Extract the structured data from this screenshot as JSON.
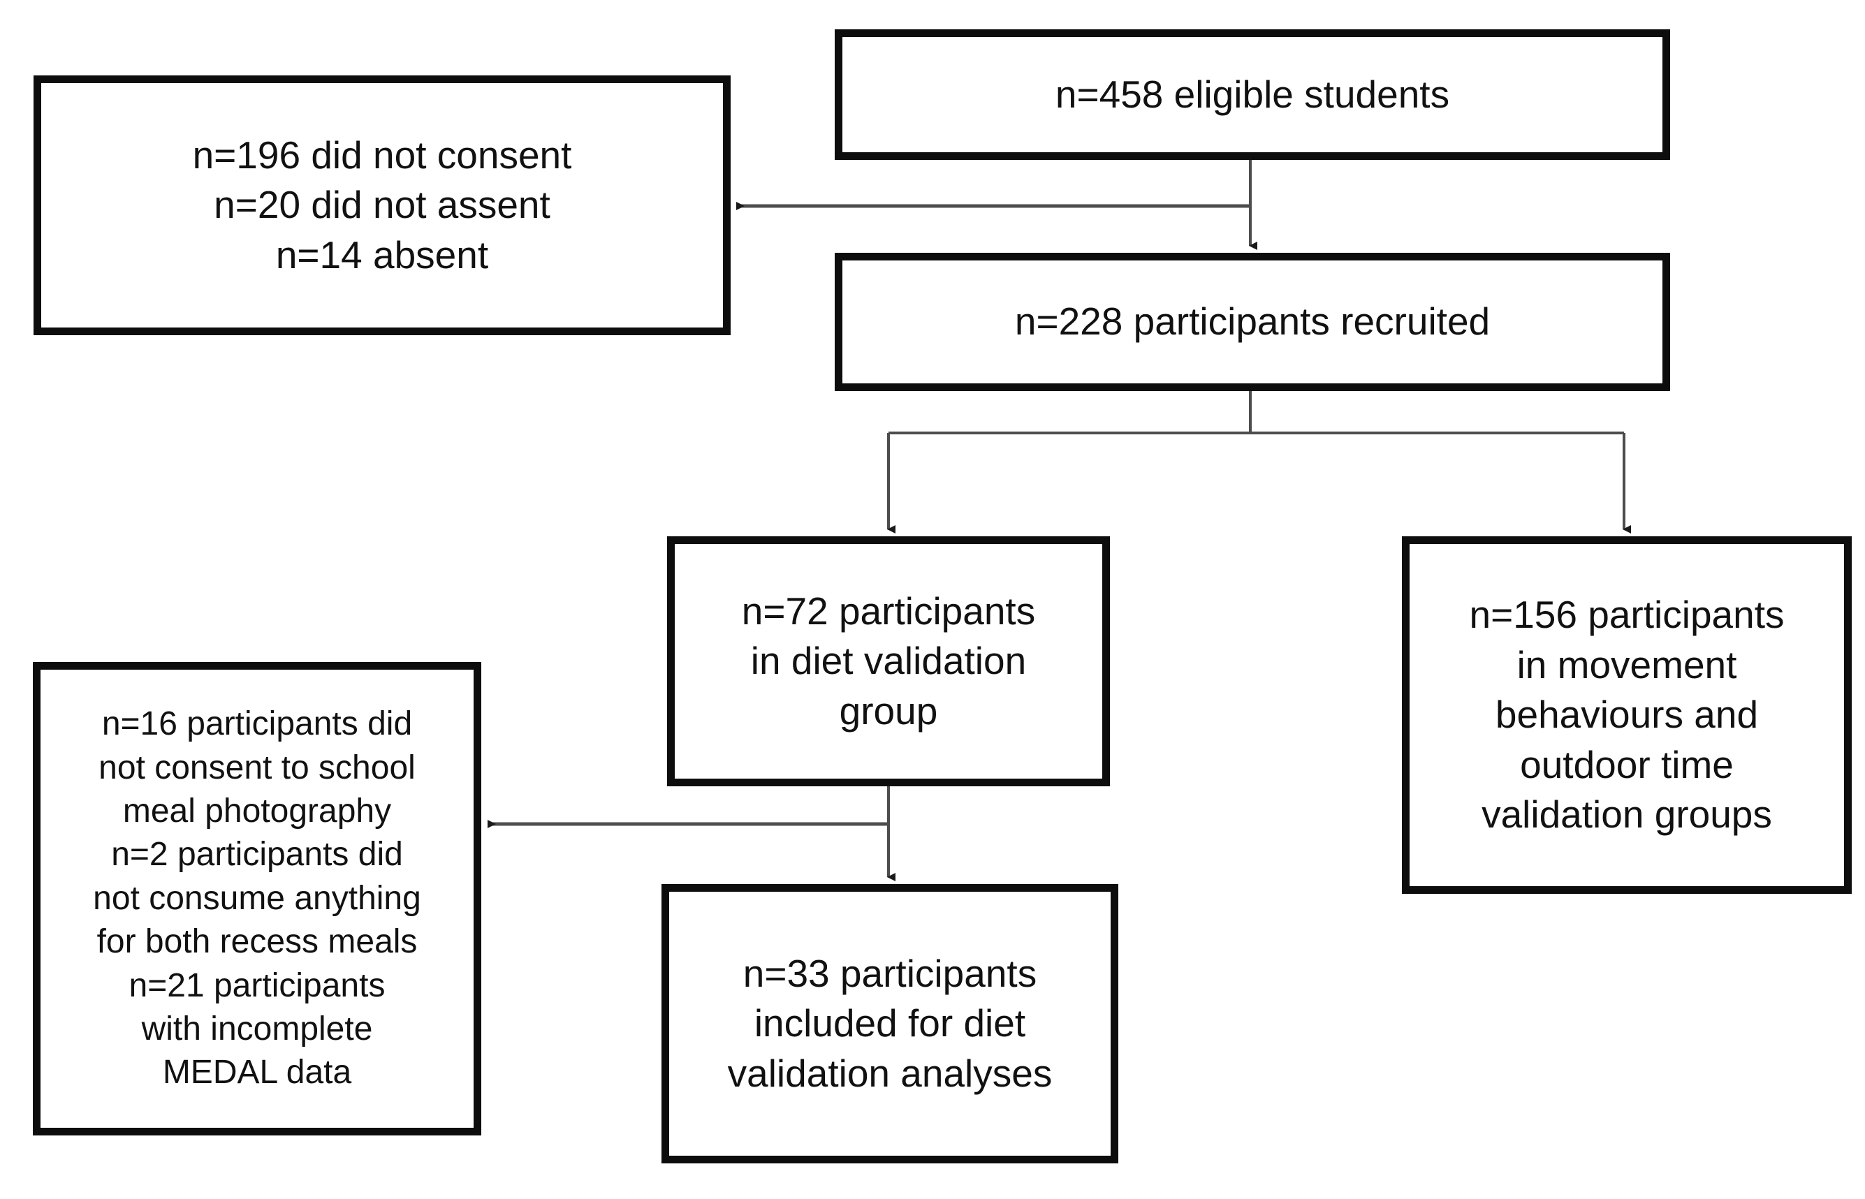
{
  "diagram": {
    "type": "participant-flow-chart",
    "background_color": "#ffffff",
    "box_border_color": "#0d0d0d",
    "connector_color": "#4d4d4d",
    "text_color": "#111111",
    "nodes": {
      "eligible": {
        "label": "n=458 eligible students",
        "n": 458
      },
      "non_consent": {
        "label": "n=196 did not consent\nn=20 did not assent\nn=14 absent",
        "lines": [
          "n=196 did not consent",
          "n=20 did not assent",
          "n=14 absent"
        ],
        "counts": [
          196,
          20,
          14
        ]
      },
      "recruited": {
        "label": "n=228 participants recruited",
        "n": 228
      },
      "diet_group": {
        "label": "n=72 participants\nin diet validation\ngroup",
        "n": 72
      },
      "movement_group": {
        "label": "n=156 participants\nin movement\nbehaviours and\noutdoor time\nvalidation groups",
        "n": 156
      },
      "diet_excluded": {
        "label": "n=16 participants did\nnot consent to school\nmeal photography\nn=2 participants did\nnot consume anything\nfor both recess meals\nn=21 participants\nwith incomplete\nMEDAL data",
        "lines": [
          "n=16 participants did not consent to school meal photography",
          "n=2 participants did not consume anything for both recess meals",
          "n=21 participants with incomplete MEDAL data"
        ],
        "counts": [
          16,
          2,
          21
        ]
      },
      "diet_included": {
        "label": "n=33 participants\nincluded for diet\nvalidation analyses",
        "n": 33
      }
    },
    "edges": [
      {
        "from": "eligible",
        "to": "recruited",
        "kind": "down-arrow"
      },
      {
        "from": "eligible",
        "to": "non_consent",
        "kind": "left-arrow"
      },
      {
        "from": "recruited",
        "to": "diet_group",
        "kind": "split-down-arrow"
      },
      {
        "from": "recruited",
        "to": "movement_group",
        "kind": "split-down-arrow"
      },
      {
        "from": "diet_group",
        "to": "diet_included",
        "kind": "down-arrow"
      },
      {
        "from": "diet_group",
        "to": "diet_excluded",
        "kind": "left-arrow"
      }
    ]
  }
}
